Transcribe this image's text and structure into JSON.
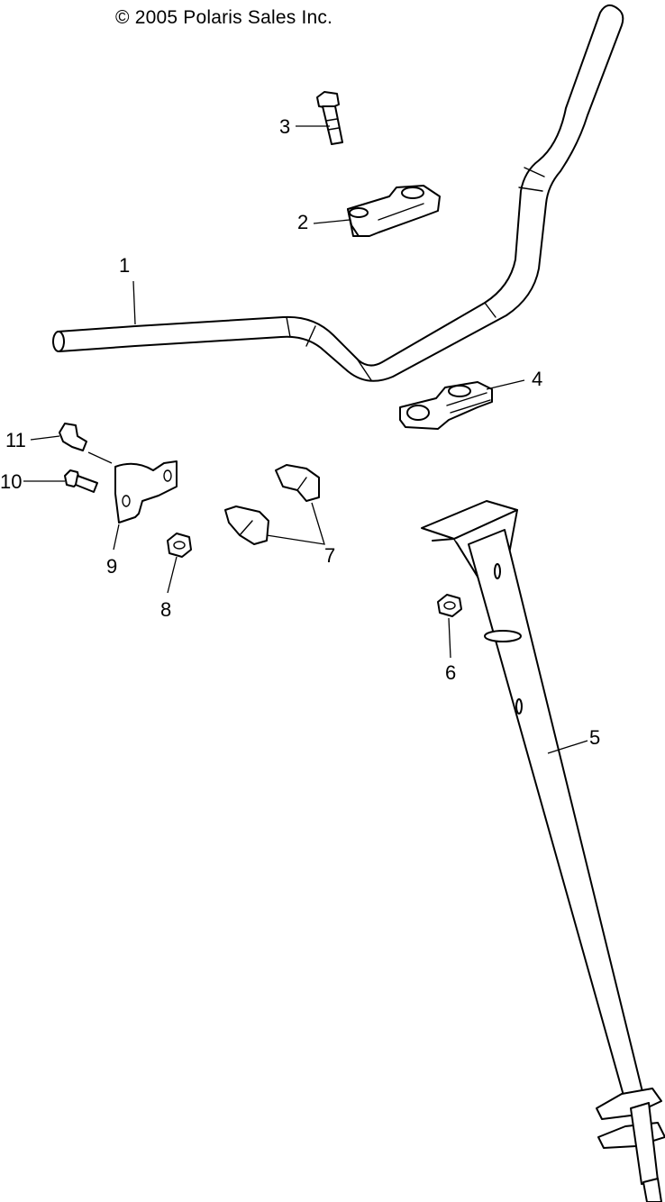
{
  "copyright": "© 2005 Polaris Sales Inc.",
  "callouts": [
    {
      "id": "callout-1",
      "text": "1"
    },
    {
      "id": "callout-2",
      "text": "2"
    },
    {
      "id": "callout-3",
      "text": "3"
    },
    {
      "id": "callout-4",
      "text": "4"
    },
    {
      "id": "callout-5",
      "text": "5"
    },
    {
      "id": "callout-6",
      "text": "6"
    },
    {
      "id": "callout-7",
      "text": "7"
    },
    {
      "id": "callout-8",
      "text": "8"
    },
    {
      "id": "callout-9",
      "text": "9"
    },
    {
      "id": "callout-10",
      "text": "10"
    },
    {
      "id": "callout-11",
      "text": "11"
    }
  ]
}
